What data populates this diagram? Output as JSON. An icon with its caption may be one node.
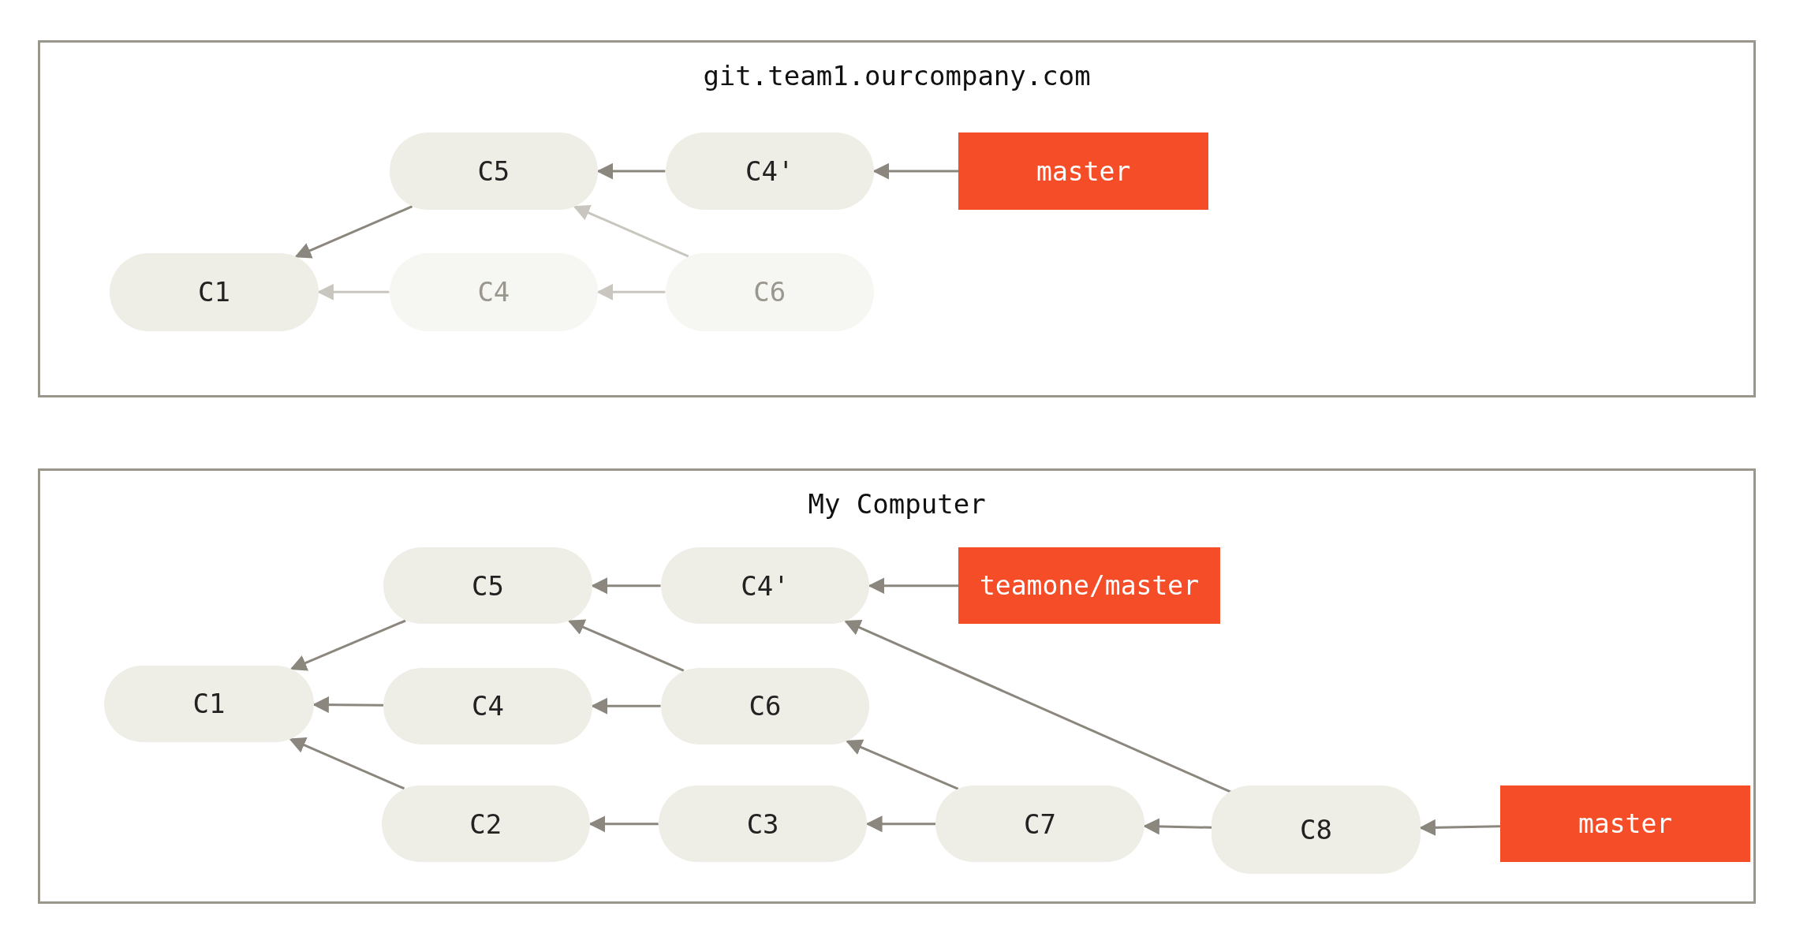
{
  "diagram": {
    "nodes": [
      {
        "text": [
          "git.team1.ourcompany.com"
        ]
      },
      {
        "text": [
          "C5"
        ],
        "in": 0
      },
      {
        "text": [
          "C4'"
        ],
        "in": 0
      },
      {
        "text": [
          "master"
        ],
        "in": 0
      },
      {
        "text": [
          "C1"
        ],
        "in": 0
      },
      {
        "text": [
          "C4"
        ],
        "in": 0
      },
      {
        "text": [
          "C6"
        ],
        "in": 0
      },
      {
        "text": [
          "My Computer"
        ]
      },
      {
        "text": [
          "C5"
        ],
        "in": 7
      },
      {
        "text": [
          "C4'"
        ],
        "in": 7
      },
      {
        "text": [
          "teamone/master"
        ],
        "in": 7
      },
      {
        "text": [
          "C1"
        ],
        "in": 7
      },
      {
        "text": [
          "C4"
        ],
        "in": 7
      },
      {
        "text": [
          "C6"
        ],
        "in": 7
      },
      {
        "text": [
          "C2"
        ],
        "in": 7
      },
      {
        "text": [
          "C3"
        ],
        "in": 7
      },
      {
        "text": [
          "C7"
        ],
        "in": 7
      },
      {
        "text": [
          "C8"
        ],
        "in": 7
      },
      {
        "text": [
          "master"
        ],
        "in": 7
      }
    ],
    "edges": [
      {
        "from": 2,
        "to": 1,
        "arrow": "to"
      },
      {
        "from": 3,
        "to": 2,
        "arrow": "to"
      },
      {
        "from": 1,
        "to": 4,
        "arrow": "to"
      },
      {
        "from": 5,
        "to": 4,
        "arrow": "to",
        "color": "#c9c6bf"
      },
      {
        "from": 6,
        "to": 5,
        "arrow": "to",
        "color": "#c9c6bf"
      },
      {
        "from": 6,
        "to": 1,
        "arrow": "to",
        "color": "#c9c6bf"
      },
      {
        "from": 9,
        "to": 8,
        "arrow": "to"
      },
      {
        "from": 10,
        "to": 9,
        "arrow": "to"
      },
      {
        "from": 8,
        "to": 11,
        "arrow": "to"
      },
      {
        "from": 12,
        "to": 11,
        "arrow": "to"
      },
      {
        "from": 13,
        "to": 12,
        "arrow": "to"
      },
      {
        "from": 13,
        "to": 8,
        "arrow": "to"
      },
      {
        "from": 14,
        "to": 11,
        "arrow": "to"
      },
      {
        "from": 15,
        "to": 14,
        "arrow": "to"
      },
      {
        "from": 16,
        "to": 15,
        "arrow": "to"
      },
      {
        "from": 16,
        "to": 13,
        "arrow": "to"
      },
      {
        "from": 17,
        "to": 16,
        "arrow": "to"
      },
      {
        "from": 17,
        "to": 9,
        "arrow": "to"
      },
      {
        "from": 18,
        "to": 17,
        "arrow": "to"
      }
    ]
  }
}
